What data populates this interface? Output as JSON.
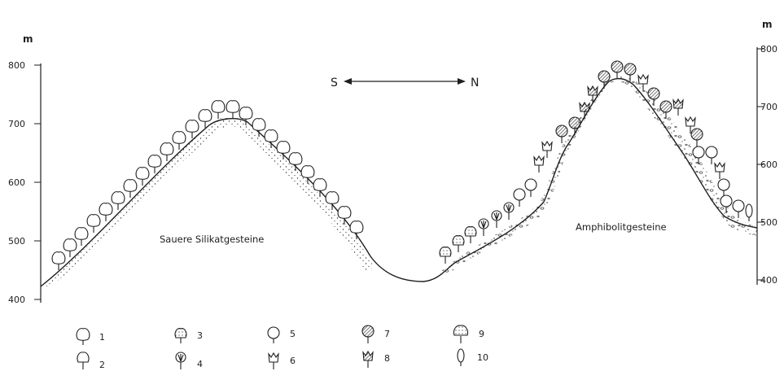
{
  "axis_left": {
    "unit": "m",
    "ticks": [
      "800",
      "700",
      "600",
      "500",
      "400"
    ]
  },
  "axis_right": {
    "unit": "m",
    "ticks": [
      "800",
      "700",
      "600",
      "500",
      "400"
    ]
  },
  "direction": {
    "south": "S",
    "north": "N"
  },
  "regions": {
    "left_mountain": "Sauere Silikatgesteine",
    "right_mountain": "Amphibolitgesteine"
  },
  "legend": [
    {
      "number": "1",
      "symbol": "broadleaf-tree-icon"
    },
    {
      "number": "2",
      "symbol": "broadleaf-tree-round-icon"
    },
    {
      "number": "3",
      "symbol": "stippled-tree-icon"
    },
    {
      "number": "4",
      "symbol": "fan-tree-icon"
    },
    {
      "number": "5",
      "symbol": "round-crown-tree-icon"
    },
    {
      "number": "6",
      "symbol": "cup-crown-tree-icon"
    },
    {
      "number": "7",
      "symbol": "hatched-round-tree-icon"
    },
    {
      "number": "8",
      "symbol": "hatched-cup-tree-icon"
    },
    {
      "number": "9",
      "symbol": "dotted-bushy-tree-icon"
    },
    {
      "number": "10",
      "symbol": "columnar-tree-icon"
    }
  ]
}
